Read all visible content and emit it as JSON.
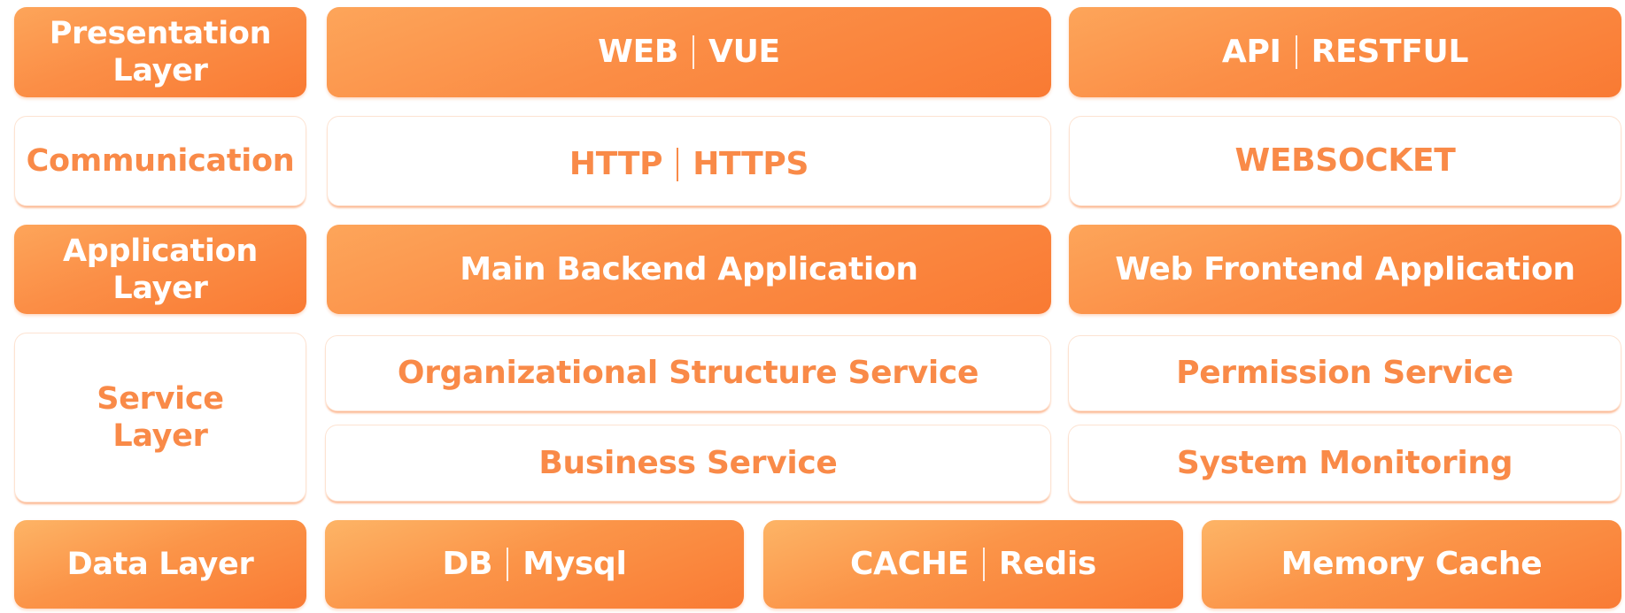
{
  "colors": {
    "accent": "#f98a48",
    "fill_light": "#fda55a",
    "fill_dark": "#f97a33",
    "outline_border": "#fde3d2",
    "background": "#ffffff"
  },
  "rows": {
    "presentation": {
      "label": [
        "Presentation",
        "Layer"
      ],
      "web": {
        "left": "WEB",
        "right": "VUE"
      },
      "api": {
        "left": "API",
        "right": "RESTFUL"
      }
    },
    "communication": {
      "label": "Communication",
      "http": {
        "left": "HTTP",
        "right": "HTTPS"
      },
      "websocket": "WEBSOCKET"
    },
    "application": {
      "label": [
        "Application",
        "Layer"
      ],
      "backend": "Main Backend Application",
      "frontend": "Web Frontend Application"
    },
    "service": {
      "label": [
        "Service",
        "Layer"
      ],
      "org_structure": "Organizational Structure Service",
      "permission": "Permission Service",
      "business": "Business Service",
      "monitoring": "System Monitoring"
    },
    "data": {
      "label": "Data Layer",
      "db": {
        "left": "DB",
        "right": "Mysql"
      },
      "cache": {
        "left": "CACHE",
        "right": "Redis"
      },
      "memory": "Memory Cache"
    }
  }
}
